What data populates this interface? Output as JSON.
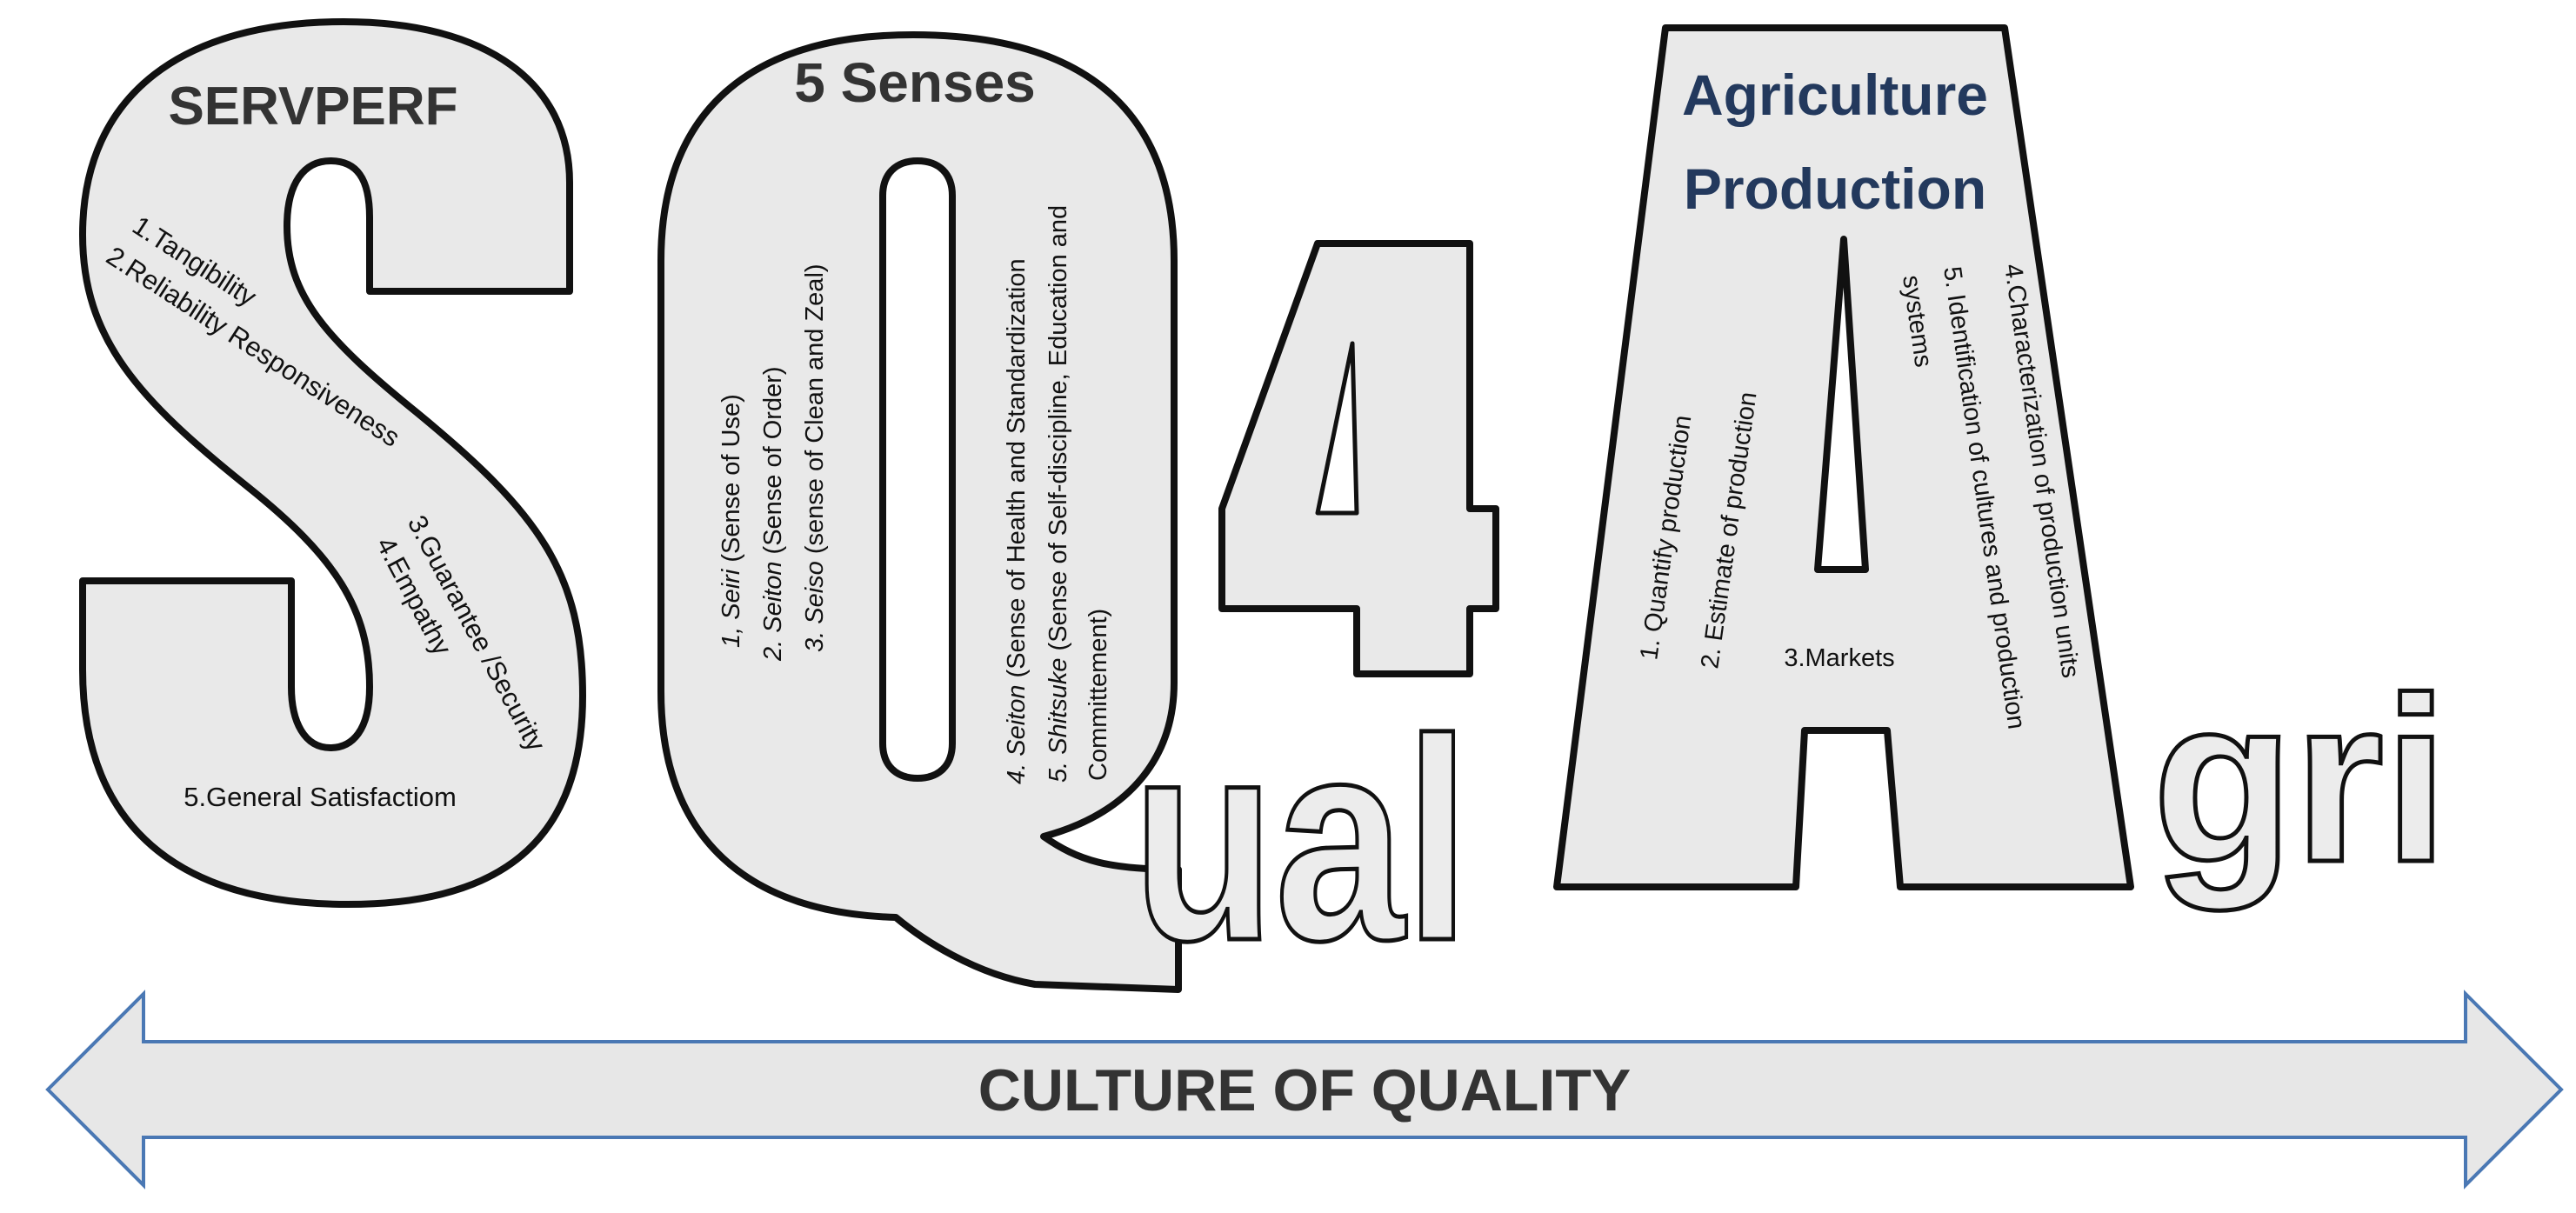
{
  "wordmark": {
    "letters": [
      "S",
      "Q",
      "4",
      "A"
    ],
    "small_q": "ual",
    "small_a": "gri"
  },
  "servperf": {
    "title": "SERVPERF",
    "items": [
      "1.Tangibility",
      "2.Reliability Responsiveness",
      "3.Guarantee /Security",
      "4.Empathy",
      "5.General Satisfactiom"
    ]
  },
  "five_senses": {
    "title": "5 Senses",
    "items": [
      {
        "term": "1, Seiri",
        "desc": " (Sense of Use)"
      },
      {
        "term": "2. Seiton",
        "desc": " (Sense of Order)"
      },
      {
        "term": "3. Seiso",
        "desc": " (sense of Clean and Zeal)"
      },
      {
        "term": "4. Seiton",
        "desc": " (Sense of Health and Standardization"
      },
      {
        "term": "5. Shitsuke",
        "desc": " (Sense of Self-discipline, Education and"
      }
    ],
    "item5_cont": "Committement)"
  },
  "agriculture": {
    "title_line1": "Agriculture",
    "title_line2": "Production",
    "items": [
      "1. Quantify production",
      "2. Estimate of production",
      "3.Markets",
      "4.Characterization of production units",
      "5. Identification of cultures and production"
    ],
    "item5_cont": "systems"
  },
  "banner": {
    "label": "CULTURE OF QUALITY"
  },
  "colors": {
    "letter_fill": "#e9e9e9",
    "letter_stroke": "#111111",
    "title_dark": "#333333",
    "title_blue": "#23395d",
    "arrow_stroke": "#4a78b4"
  }
}
